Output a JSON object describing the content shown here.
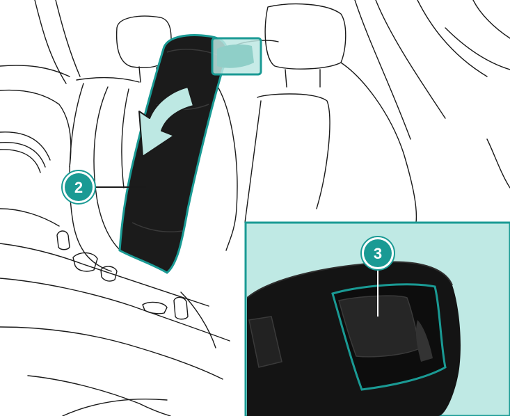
{
  "diagram": {
    "callouts": [
      {
        "id": "2",
        "label": "2",
        "target": "center-armrest"
      },
      {
        "id": "3",
        "label": "3",
        "target": "release-latch"
      }
    ],
    "icons": {
      "fold_direction": "curved-arrow-down-icon"
    },
    "colors": {
      "accent": "#1a9a94",
      "accent_light": "#bde8e3",
      "inset_background": "#bfe9e4",
      "armrest": "#1b1b1b",
      "line_art": "#1a1a1a",
      "background": "#ffffff"
    }
  }
}
